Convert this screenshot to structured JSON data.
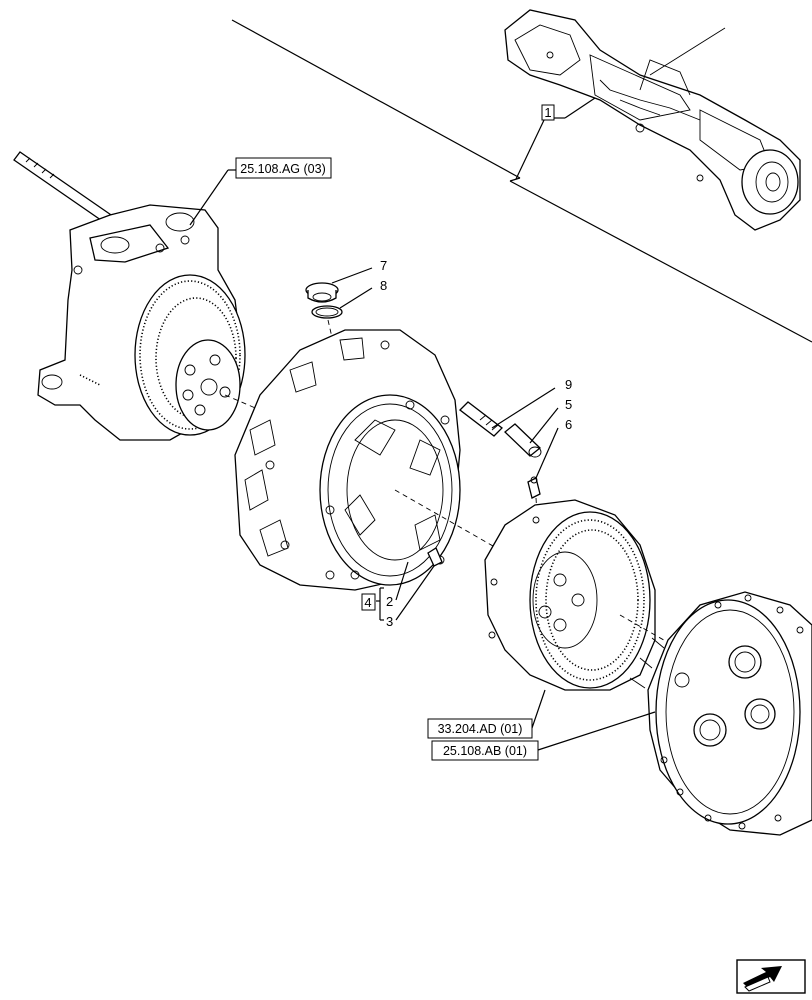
{
  "references": {
    "steering_knuckle": "25.108.AG (03)",
    "ring_gear_carrier": "33.204.AD (01)",
    "planetary_carrier": "25.108.AB (01)"
  },
  "callouts": {
    "c1": "1",
    "c2": "2",
    "c3": "3",
    "c4": "4",
    "c5": "5",
    "c6": "6",
    "c7": "7",
    "c8": "8",
    "c9": "9"
  },
  "icons": {
    "navigation": "next-page-arrow-icon"
  }
}
